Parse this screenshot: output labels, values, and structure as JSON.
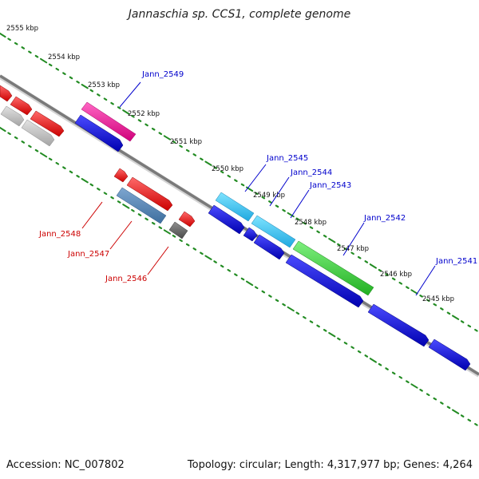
{
  "title": "Jannaschia sp. CCS1, complete genome",
  "footer": {
    "accession": "Accession: NC_007802",
    "info": "Topology: circular; Length: 4,317,977 bp; Genes: 4,264"
  },
  "colors": {
    "backbone": "#808080",
    "tick": "#228b22",
    "label_blue": "#0000cc",
    "label_red": "#cc0000"
  },
  "kbp_labels": [
    "2555 kbp",
    "2554 kbp",
    "2553 kbp",
    "2552 kbp",
    "2551 kbp",
    "2550 kbp",
    "2549 kbp",
    "2548 kbp",
    "2547 kbp",
    "2546 kbp",
    "2545 kbp"
  ],
  "gene_labels": {
    "Jann_2549": "Jann_2549",
    "Jann_2545": "Jann_2545",
    "Jann_2544": "Jann_2544",
    "Jann_2543": "Jann_2543",
    "Jann_2542": "Jann_2542",
    "Jann_2541": "Jann_2541",
    "Jann_2548": "Jann_2548",
    "Jann_2547": "Jann_2547",
    "Jann_2546": "Jann_2546"
  }
}
